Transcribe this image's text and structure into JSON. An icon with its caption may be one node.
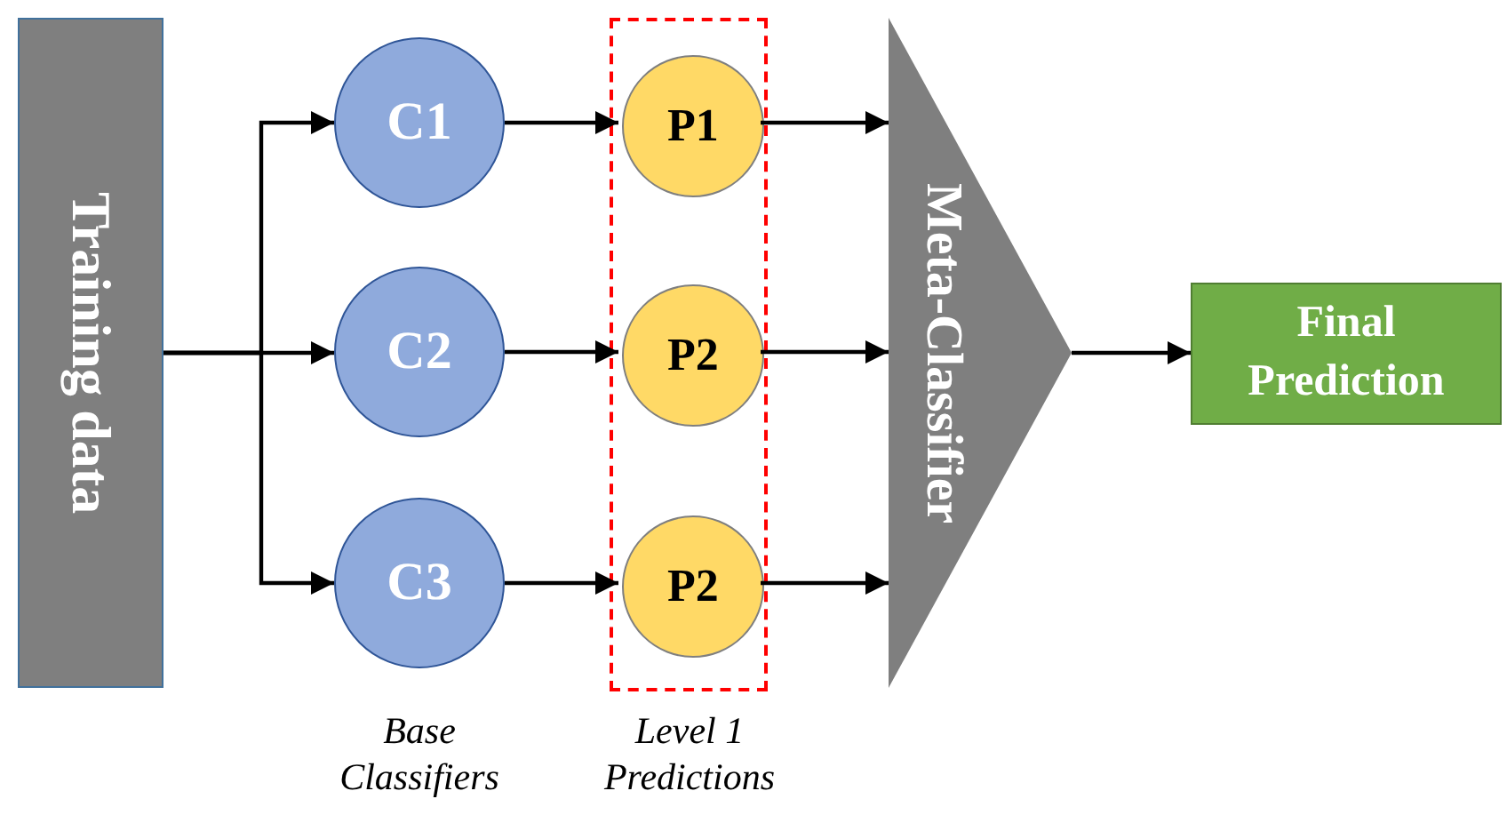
{
  "diagram": {
    "nodes": [
      {
        "text": [
          "Training data"
        ]
      },
      {
        "text": [
          "C1"
        ]
      },
      {
        "text": [
          "C2"
        ]
      },
      {
        "text": [
          "C3"
        ]
      },
      {
        "text": [],
        "shape": "box"
      },
      {
        "text": [
          "P1"
        ],
        "in": 4
      },
      {
        "text": [
          "P2"
        ],
        "in": 4
      },
      {
        "text": [
          "P2"
        ],
        "in": 4
      },
      {
        "text": [
          "Meta-Classifier"
        ]
      },
      {
        "text": [
          "Final Prediction"
        ]
      }
    ],
    "edges": [
      {
        "from": 0,
        "to": 1,
        "arrow": "to"
      },
      {
        "from": 0,
        "to": 2,
        "arrow": "to"
      },
      {
        "from": 0,
        "to": 3,
        "arrow": "to"
      },
      {
        "from": 1,
        "to": 5,
        "arrow": "to"
      },
      {
        "from": 2,
        "to": 6,
        "arrow": "to"
      },
      {
        "from": 3,
        "to": 7,
        "arrow": "to"
      },
      {
        "from": 5,
        "to": 8,
        "arrow": "to"
      },
      {
        "from": 6,
        "to": 8,
        "arrow": "to"
      },
      {
        "from": 7,
        "to": 8,
        "arrow": "to"
      },
      {
        "from": 8,
        "to": 9,
        "arrow": "to"
      }
    ],
    "labels": [
      "Base Classifiers",
      "Level 1 Predictions"
    ]
  }
}
